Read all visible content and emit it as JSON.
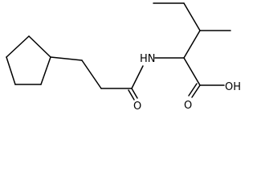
{
  "molecule": {
    "atom_labels": {
      "nh": "HN",
      "carbonyl_o": "O",
      "acid_o": "O",
      "hydroxyl": "OH"
    }
  }
}
